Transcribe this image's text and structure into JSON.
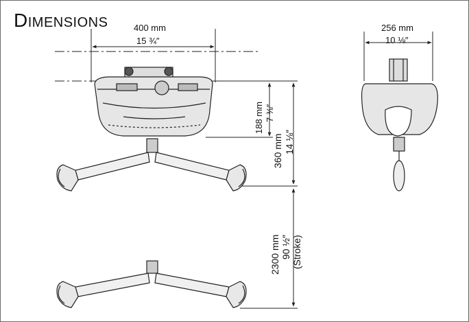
{
  "title": "Dimensions",
  "dims": {
    "width_mm": "400 mm",
    "width_in": "15 ¾″",
    "depth_mm": "256 mm",
    "depth_in": "10 ⅛″",
    "h188_mm": "188 mm",
    "h188_in": "7 ⅜″",
    "h360_mm": "360 mm",
    "h360_in": "14 ⅛″",
    "stroke_mm": "2300 mm",
    "stroke_in": "90 ½″",
    "stroke_note": "(Stroke)"
  }
}
